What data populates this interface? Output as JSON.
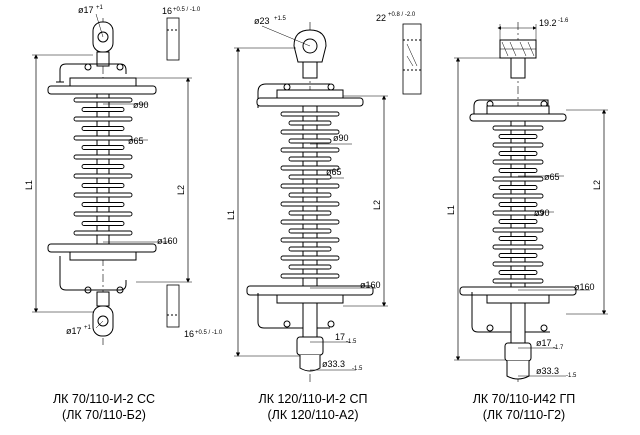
{
  "insulators": [
    {
      "caption_line1": "ЛК 70/110-И-2 СС",
      "caption_line2": "(ЛК 70/110-Б2)",
      "dims": {
        "top_eye": "ø17",
        "top_eye_tol": "+1",
        "dia_a": "ø90",
        "dia_b": "ø65",
        "dia_c": "ø160",
        "bottom_eye": "ø17",
        "bottom_eye_tol": "+1",
        "length_total": "L1",
        "length_part": "L2",
        "detail_top": "16",
        "detail_top_tol": "+0.5 / -1.0",
        "detail_bottom": "16",
        "detail_bottom_tol": "+0.5 / -1.0"
      }
    },
    {
      "caption_line1": "ЛК 120/110-И-2 СП",
      "caption_line2": "(ЛК 120/110-А2)",
      "dims": {
        "top_eye": "ø23",
        "top_eye_tol": "+1.5",
        "dia_a": "ø90",
        "dia_b": "ø65",
        "dia_c": "ø160",
        "length_total": "L1",
        "length_part": "L2",
        "rod_dim": "17",
        "rod_dim_tol": "-1.5",
        "bottom_dia": "ø33.3",
        "bottom_dia_tol": "-1.5",
        "detail_top": "22",
        "detail_top_tol": "+0.8 / -2.0"
      }
    },
    {
      "caption_line1": "ЛК 70/110-И42 ГП",
      "caption_line2": "(ЛК 70/110-Г2)",
      "dims": {
        "top_dim": "19.2",
        "top_dim_tol": "-1.6",
        "dia_a": "ø65",
        "dia_b": "ø90",
        "dia_c": "ø160",
        "length_total": "L1",
        "length_part": "L2",
        "rod_dim": "ø17",
        "rod_dim_tol": "-1.7",
        "bottom_dia": "ø33.3",
        "bottom_dia_tol": "-1.5"
      }
    }
  ]
}
